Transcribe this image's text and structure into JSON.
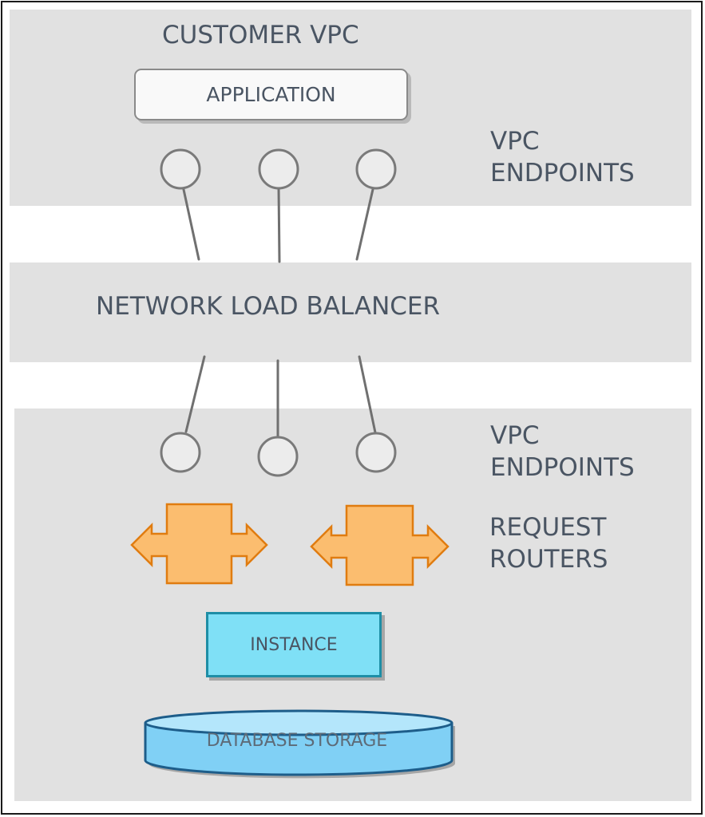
{
  "diagram": {
    "title": "CUSTOMER VPC",
    "application_label": "APPLICATION",
    "vpc_endpoints_top": [
      "VPC",
      "ENDPOINTS"
    ],
    "nlb_label": "NETWORK LOAD BALANCER",
    "vpc_endpoints_bottom": [
      "VPC",
      "ENDPOINTS"
    ],
    "request_routers": [
      "REQUEST",
      "ROUTERS"
    ],
    "instance_label": "INSTANCE",
    "database_label": "DATABASE STORAGE"
  },
  "colors": {
    "panel": "#e1e1e1",
    "text": "#4a5563",
    "endpoint_fill": "#ececec",
    "endpoint_stroke": "#7a7a7a",
    "router_fill": "#fbbd6f",
    "router_stroke": "#e07c10",
    "instance_fill": "#7fe0f6",
    "instance_stroke": "#1e8ea6",
    "database_fill": "#80d0f5",
    "database_stroke": "#1d5d8a"
  }
}
